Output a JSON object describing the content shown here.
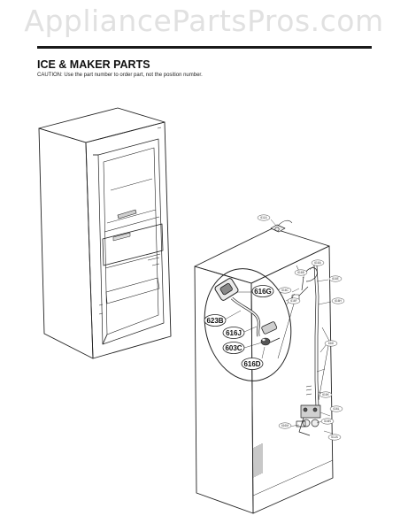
{
  "watermark": "AppliancePartsPros.com",
  "header": {
    "title": "ICE & MAKER PARTS",
    "caution": "CAUTION: Use the part number to order part, not the position number."
  },
  "detail_callouts": {
    "c616G": "616G",
    "c623B": "623B",
    "c616J": "616J",
    "c603C": "603C",
    "c616D": "616D"
  },
  "small_callouts": {
    "s611A": "611A",
    "s612A": "612A",
    "s616A": "616A",
    "s616B": "616B",
    "s616C": "616C",
    "s616E": "616E",
    "s616F": "616F",
    "s616H": "616H",
    "s616I": "616I",
    "s616K": "616K",
    "s616L": "616L",
    "s616M": "616M",
    "s616N": "616N"
  }
}
